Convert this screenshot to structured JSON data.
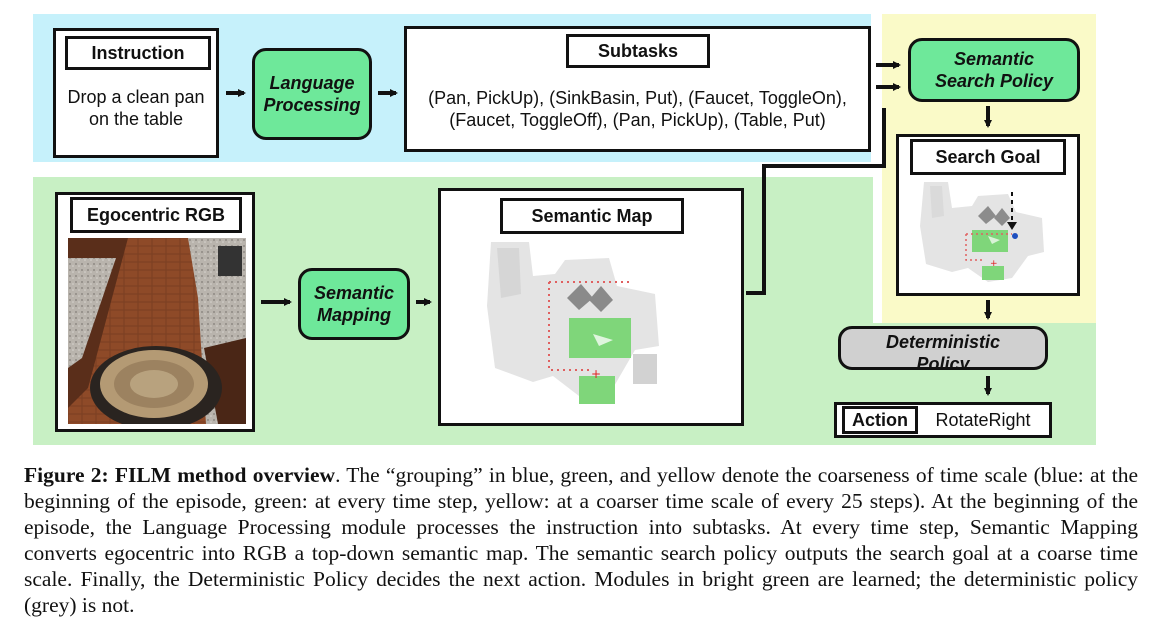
{
  "instruction": {
    "label": "Instruction",
    "text_line1": "Drop a clean pan",
    "text_line2": "on the table"
  },
  "language_processing": {
    "line1": "Language",
    "line2": "Processing"
  },
  "subtasks": {
    "label": "Subtasks",
    "line1": "(Pan, PickUp), (SinkBasin, Put), (Faucet, ToggleOn),",
    "line2": "(Faucet, ToggleOff), (Pan, PickUp), (Table, Put)"
  },
  "semantic_search_policy": {
    "line1": "Semantic",
    "line2": "Search Policy"
  },
  "search_goal": {
    "label": "Search Goal"
  },
  "egocentric_rgb": {
    "label": "Egocentric RGB"
  },
  "semantic_mapping": {
    "line1": "Semantic",
    "line2": "Mapping"
  },
  "semantic_map": {
    "label": "Semantic Map"
  },
  "deterministic_policy": {
    "line1": "Deterministic",
    "line2": "Policy"
  },
  "action": {
    "label": "Action",
    "value": "RotateRight"
  },
  "caption": {
    "title": "Figure 2: FILM method overview",
    "body": ". The “grouping” in blue, green, and yellow denote the coarseness of time scale (blue: at the beginning of the episode, green: at every time step, yellow: at a coarser time scale of every 25 steps). At the beginning of the episode, the Language Processing module processes the instruction into subtasks. At every time step, Semantic Mapping converts egocentric into RGB a top-down semantic map. The semantic search policy outputs the search goal at a coarse time scale. Finally, the Deterministic Policy decides the next action. Modules in bright green are learned; the deterministic policy (grey) is not."
  },
  "colors": {
    "blue_region": "#c6f1fb",
    "green_region": "#c8f0c4",
    "yellow_region": "#fafac8",
    "learned_module": "#6ee89a",
    "deterministic_module": "#d0d0d0"
  }
}
